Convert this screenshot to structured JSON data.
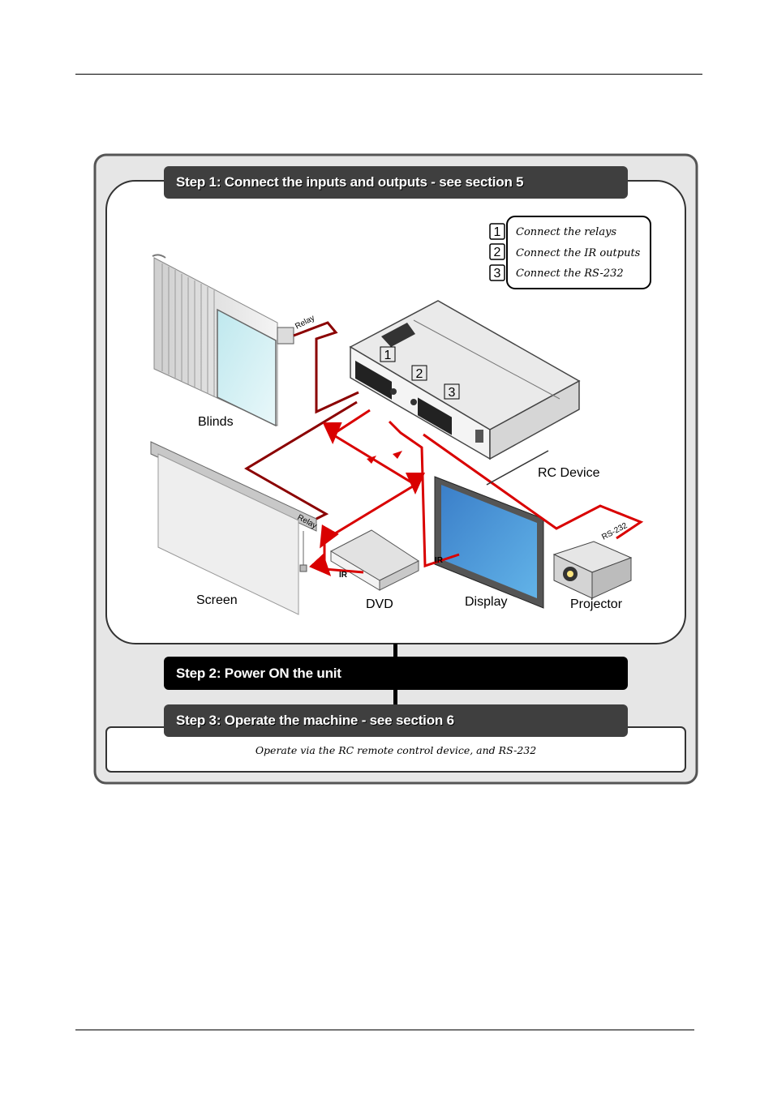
{
  "steps": {
    "step1": "Step 1: Connect the inputs and outputs - see section 5",
    "step2": "Step 2: Power ON the unit",
    "step3": "Step 3: Operate the machine - see section 6"
  },
  "legend": [
    {
      "num": "1",
      "text": "Connect the relays"
    },
    {
      "num": "2",
      "text": "Connect the IR outputs"
    },
    {
      "num": "3",
      "text": "Connect the RS-232"
    }
  ],
  "devices": {
    "blinds": "Blinds",
    "screen": "Screen",
    "dvd": "DVD",
    "display": "Display",
    "projector": "Projector",
    "rc_device": "RC Device"
  },
  "wire_labels": {
    "relay_top": "Relay",
    "relay_screen": "Relay",
    "ir_dvd": "IR",
    "ir_display": "IR",
    "rs232": "RS-232"
  },
  "unit_callouts": [
    "1",
    "2",
    "3"
  ],
  "operate_note": "Operate via the RC remote control device, and RS-232",
  "colors": {
    "bar": "#3f3f3f",
    "bar_black": "#000000",
    "panel_bg": "#e6e6e6",
    "wire_red": "#d90000",
    "wire_dark": "#8b0000"
  }
}
